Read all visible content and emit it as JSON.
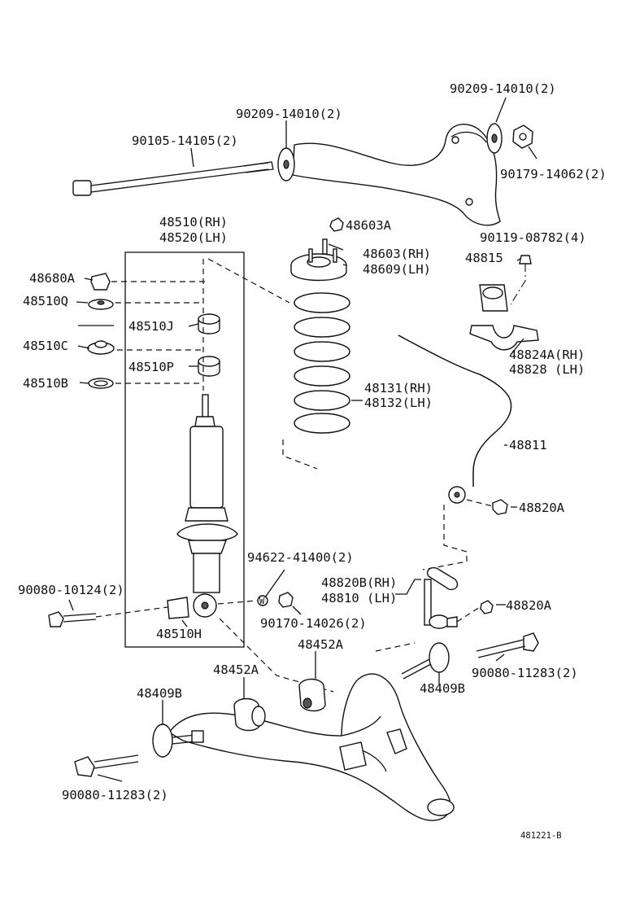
{
  "diagram_code": "481221-B",
  "parts": {
    "p_90209_top_right": "90209-14010(2)",
    "p_90209_mid": "90209-14010(2)",
    "p_90105": "90105-14105(2)",
    "p_90179": "90179-14062(2)",
    "p_48510_rh": "48510(RH)",
    "p_48520_lh": "48520(LH)",
    "p_48603A": "48603A",
    "p_90119": "90119-08782(4)",
    "p_48603_rh": "48603(RH)",
    "p_48609_lh": "48609(LH)",
    "p_48815": "48815",
    "p_48680A": "48680A",
    "p_48510Q": "48510Q",
    "p_48510J": "48510J",
    "p_48510C": "48510C",
    "p_48824A_rh": "48824A(RH)",
    "p_48510P": "48510P",
    "p_48828_lh": "48828 (LH)",
    "p_48510B": "48510B",
    "p_48131_rh": "48131(RH)",
    "p_48132_lh": "48132(LH)",
    "p_48811": "48811",
    "p_48820A_a": "48820A",
    "p_94622": "94622-41400(2)",
    "p_90080_10124": "90080-10124(2)",
    "p_48820B_rh": "48820B(RH)",
    "p_48810_lh": "48810 (LH)",
    "p_48820A_b": "48820A",
    "p_48510H": "48510H",
    "p_90170": "90170-14026(2)",
    "p_48452A_a": "48452A",
    "p_48452A_b": "48452A",
    "p_90080_11283_r": "90080-11283(2)",
    "p_48409B_a": "48409B",
    "p_48409B_b": "48409B",
    "p_90080_11283_l": "90080-11283(2)"
  }
}
